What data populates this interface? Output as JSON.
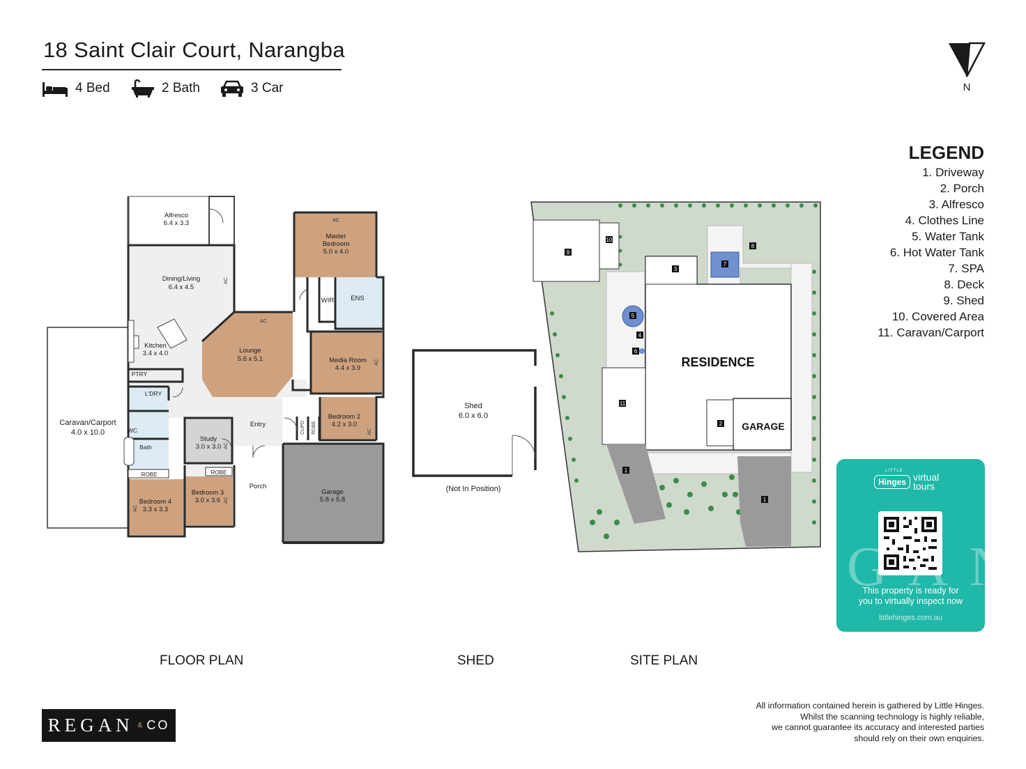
{
  "header": {
    "address": "18 Saint Clair Court, Narangba",
    "features": {
      "bed": "4 Bed",
      "bath": "2 Bath",
      "car": "3 Car"
    },
    "compass": "N"
  },
  "legend": {
    "title": "LEGEND",
    "items": [
      "1. Driveway",
      "2. Porch",
      "3. Alfresco",
      "4. Clothes Line",
      "5. Water Tank",
      "6. Hot Water Tank",
      "7. SPA",
      "8. Deck",
      "9. Shed",
      "10. Covered Area",
      "11. Caravan/Carport"
    ]
  },
  "floor_plan": {
    "caption": "FLOOR PLAN",
    "rooms": {
      "alfresco": {
        "name": "Alfresco",
        "size": "6.4 x 3.3"
      },
      "master": {
        "name1": "Master",
        "name2": "Bedroom",
        "size": "5.0 x 4.0"
      },
      "dining": {
        "name": "Dining/Living",
        "size": "6.4 x 4.5"
      },
      "wir": "WIR",
      "ens": "ENS",
      "lounge": {
        "name": "Lounge",
        "size": "5.6 x 5.1"
      },
      "kitchen": {
        "name": "Kitchen",
        "size": "3.4 x 4.0"
      },
      "media": {
        "name": "Media Room",
        "size": "4.4 x 3.9"
      },
      "ptry": "PTRY",
      "ldry": "L'DRY",
      "caravan": {
        "name": "Caravan/Carport",
        "size": "4.0 x 10.0"
      },
      "wc": "WC",
      "bath": "Bath",
      "study": {
        "name": "Study",
        "size": "3.0 x 3.0"
      },
      "entry": "Entry",
      "bed2": {
        "name": "Bedroom 2",
        "size": "4.2 x 3.0"
      },
      "cupd": "CUPD",
      "robe": "ROBE",
      "bed4": {
        "name": "Bedroom 4",
        "size": "3.3 x 3.3"
      },
      "bed3": {
        "name": "Bedroom 3",
        "size": "3.0 x 3.6"
      },
      "porch": "Porch",
      "garage": {
        "name": "Garage",
        "size": "5.8 x 5.8"
      },
      "ac": "AC"
    }
  },
  "shed": {
    "caption": "SHED",
    "name": "Shed",
    "size": "6.0 x 6.0",
    "note": "(Not In Position)"
  },
  "site_plan": {
    "caption": "SITE PLAN",
    "residence": "RESIDENCE",
    "garage": "GARAGE"
  },
  "virtual_tour": {
    "little": "LITTLE",
    "hinges": "Hinges",
    "virtual": "virtual",
    "tours": "tours",
    "tagline1": "This property is ready for",
    "tagline2": "you to virtually inspect now",
    "url": "littlehinges.com.au",
    "watermark": "GAN"
  },
  "footer": {
    "disclaimer": [
      "All information contained herein is gathered by Little Hinges.",
      "Whilst the scanning technology is highly reliable,",
      "we cannot guarantee its accuracy and interested parties",
      "should rely on their own enquiries."
    ],
    "brand_name": "REGAN",
    "brand_amp": "&",
    "brand_co": "CO"
  },
  "colors": {
    "timber": "#cfa27f",
    "tile": "#efefef",
    "garage": "#9a9a9a",
    "grass": "#cfd9cc",
    "water": "#6f8fcf",
    "wall": "#2a2a2a",
    "teal": "#1fb8a9"
  }
}
